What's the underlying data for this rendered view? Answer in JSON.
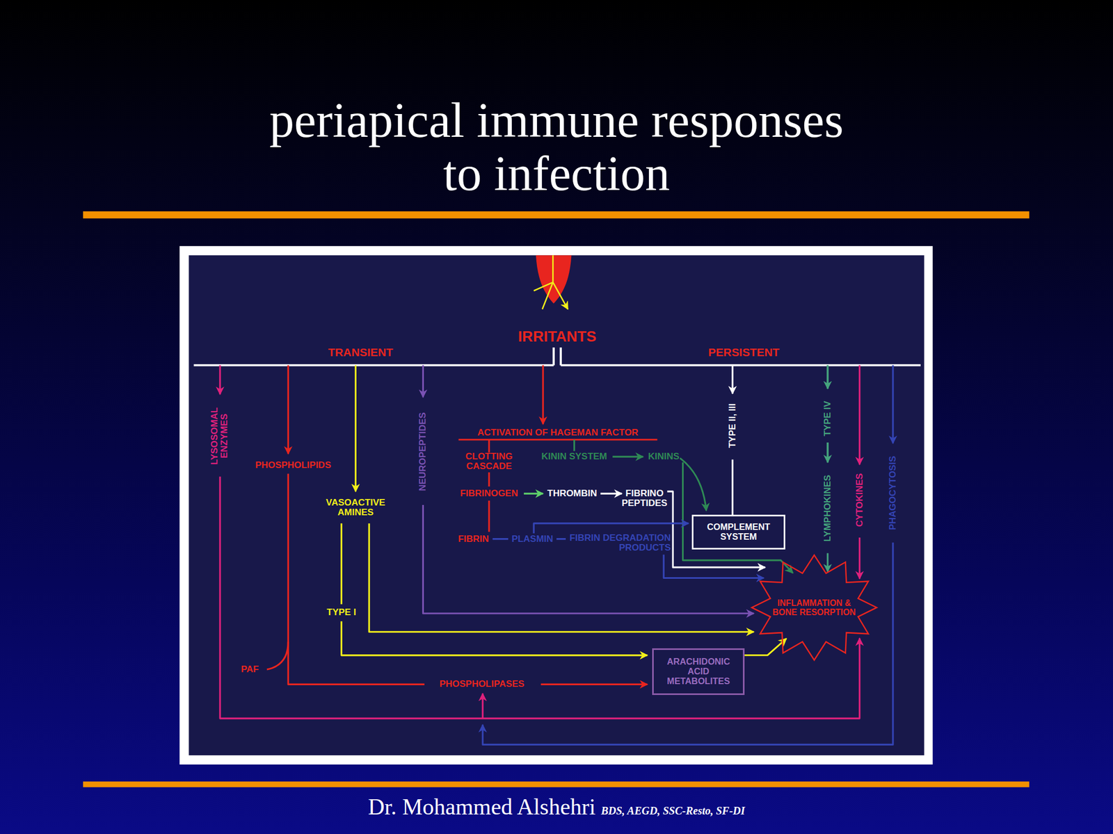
{
  "diagram": {
    "title": "periapical immune responses to infection",
    "nodes": [
      {
        "text": [
          "COMPLEMENT SYSTEM"
        ]
      },
      {
        "text": [
          "INFLAMMATION & BONE RESORPTION"
        ]
      },
      {
        "text": [
          "ARACHIDONIC ACID METABOLITES"
        ]
      }
    ],
    "edges": [
      {
        "from": 2,
        "to": 1,
        "arrow": "to"
      }
    ],
    "labels": [
      "IRRITANTS",
      "TRANSIENT",
      "PERSISTENT",
      "LYSOSOMAL ENZYMES",
      "PHOSPHOLIPIDS",
      "VASOACTIVE AMINES",
      "NEUROPEPTIDES",
      "ACTIVATION OF HAGEMAN FACTOR",
      "CLOTTING CASCADE",
      "KININ SYSTEM",
      "KININS",
      "TYPE II, III",
      "TYPE IV",
      "LYMPHOKINES",
      "CYTOKINES",
      "PHAGOCYTOSIS",
      "FIBRINOGEN",
      "THROMBIN",
      "FIBRINO PEPTIDES",
      "FIBRIN",
      "PLASMIN",
      "FIBRIN DEGRADATION PRODUCTS",
      "TYPE I",
      "PAF",
      "PHOSPHOLIPASES",
      "Dr. Mohammed Alshehri",
      "BDS, AEGD, SSC-Resto, SF-DI"
    ]
  }
}
